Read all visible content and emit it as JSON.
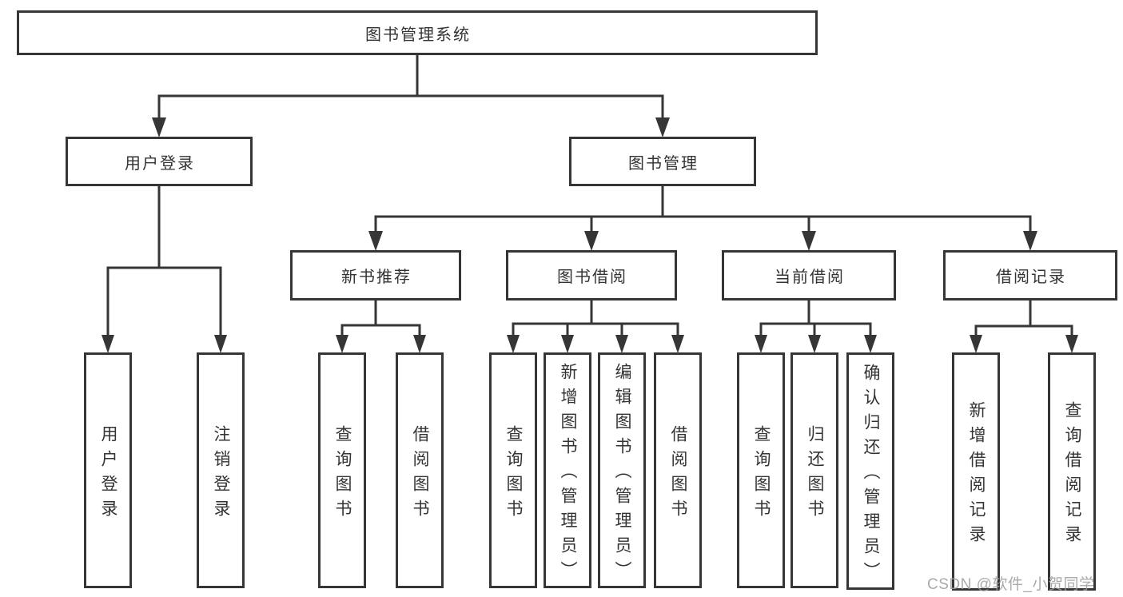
{
  "colors": {
    "line": "#363636",
    "box_border": "#363636",
    "text": "#333333",
    "watermark": "#9e9e9e",
    "background": "#ffffff"
  },
  "nodes": {
    "root": {
      "label": "图书管理系统"
    },
    "user_login": {
      "label": "用户登录",
      "children": {
        "login": {
          "label": "用户登录"
        },
        "logout": {
          "label": "注销登录"
        }
      }
    },
    "book_management": {
      "label": "图书管理",
      "children": {
        "new_book": {
          "label": "新书推荐",
          "children": {
            "query_book": {
              "label": "查询图书"
            },
            "borrow_book": {
              "label": "借阅图书"
            }
          }
        },
        "book_borrow": {
          "label": "图书借阅",
          "children": {
            "query_book": {
              "label": "查询图书"
            },
            "add_book": {
              "label": "新增图书（管理员）"
            },
            "edit_book": {
              "label": "编辑图书（管理员）"
            },
            "borrow_book": {
              "label": "借阅图书"
            }
          }
        },
        "current_borrow": {
          "label": "当前借阅",
          "children": {
            "query_book": {
              "label": "查询图书"
            },
            "return_book": {
              "label": "归还图书"
            },
            "confirm_return": {
              "label": "确认归还（管理员）"
            }
          }
        },
        "borrow_record": {
          "label": "借阅记录",
          "children": {
            "add_record": {
              "label": "新增借阅记录"
            },
            "query_record": {
              "label": "查询借阅记录"
            }
          }
        }
      }
    }
  },
  "watermark": {
    "text": "CSDN @软件_小贺同学"
  }
}
